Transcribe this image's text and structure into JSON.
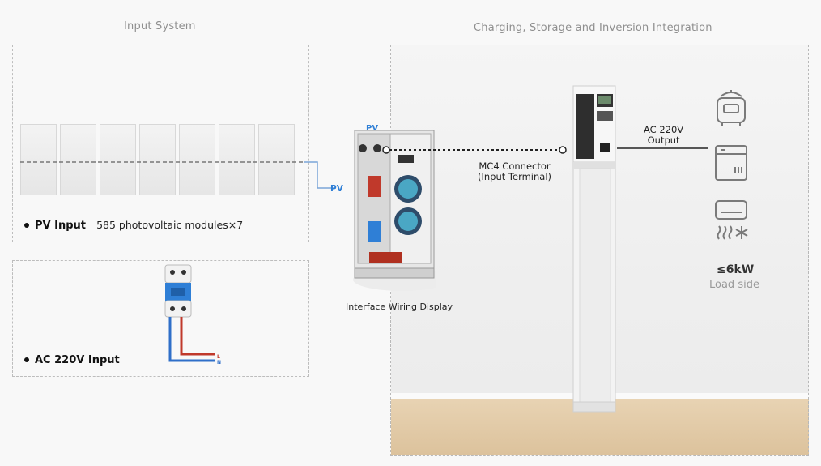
{
  "left": {
    "title": "Input System",
    "pv": {
      "bullet": "PV Input",
      "detail": "585 photovoltaic modules×7",
      "tag": "PV",
      "panel_count": 7
    },
    "ac": {
      "bullet": "AC 220V Input",
      "wire_l": "L",
      "wire_n": "N"
    }
  },
  "right": {
    "title": "Charging, Storage and Inversion Integration"
  },
  "device": {
    "pv_tag": "PV",
    "caption": "Interface Wiring Display"
  },
  "connector": {
    "line1": "MC4 Connector",
    "line2": "(Input Terminal)"
  },
  "output": {
    "line1": "AC 220V",
    "line2": "Output"
  },
  "load": {
    "power": "≤6kW",
    "side": "Load side"
  },
  "colors": {
    "pv_blue": "#2f7fd6",
    "breaker_blue": "#2f7fd6",
    "wire_red": "#c0392b",
    "wire_blue": "#2f6fc9",
    "floor": "#dcc29c"
  }
}
